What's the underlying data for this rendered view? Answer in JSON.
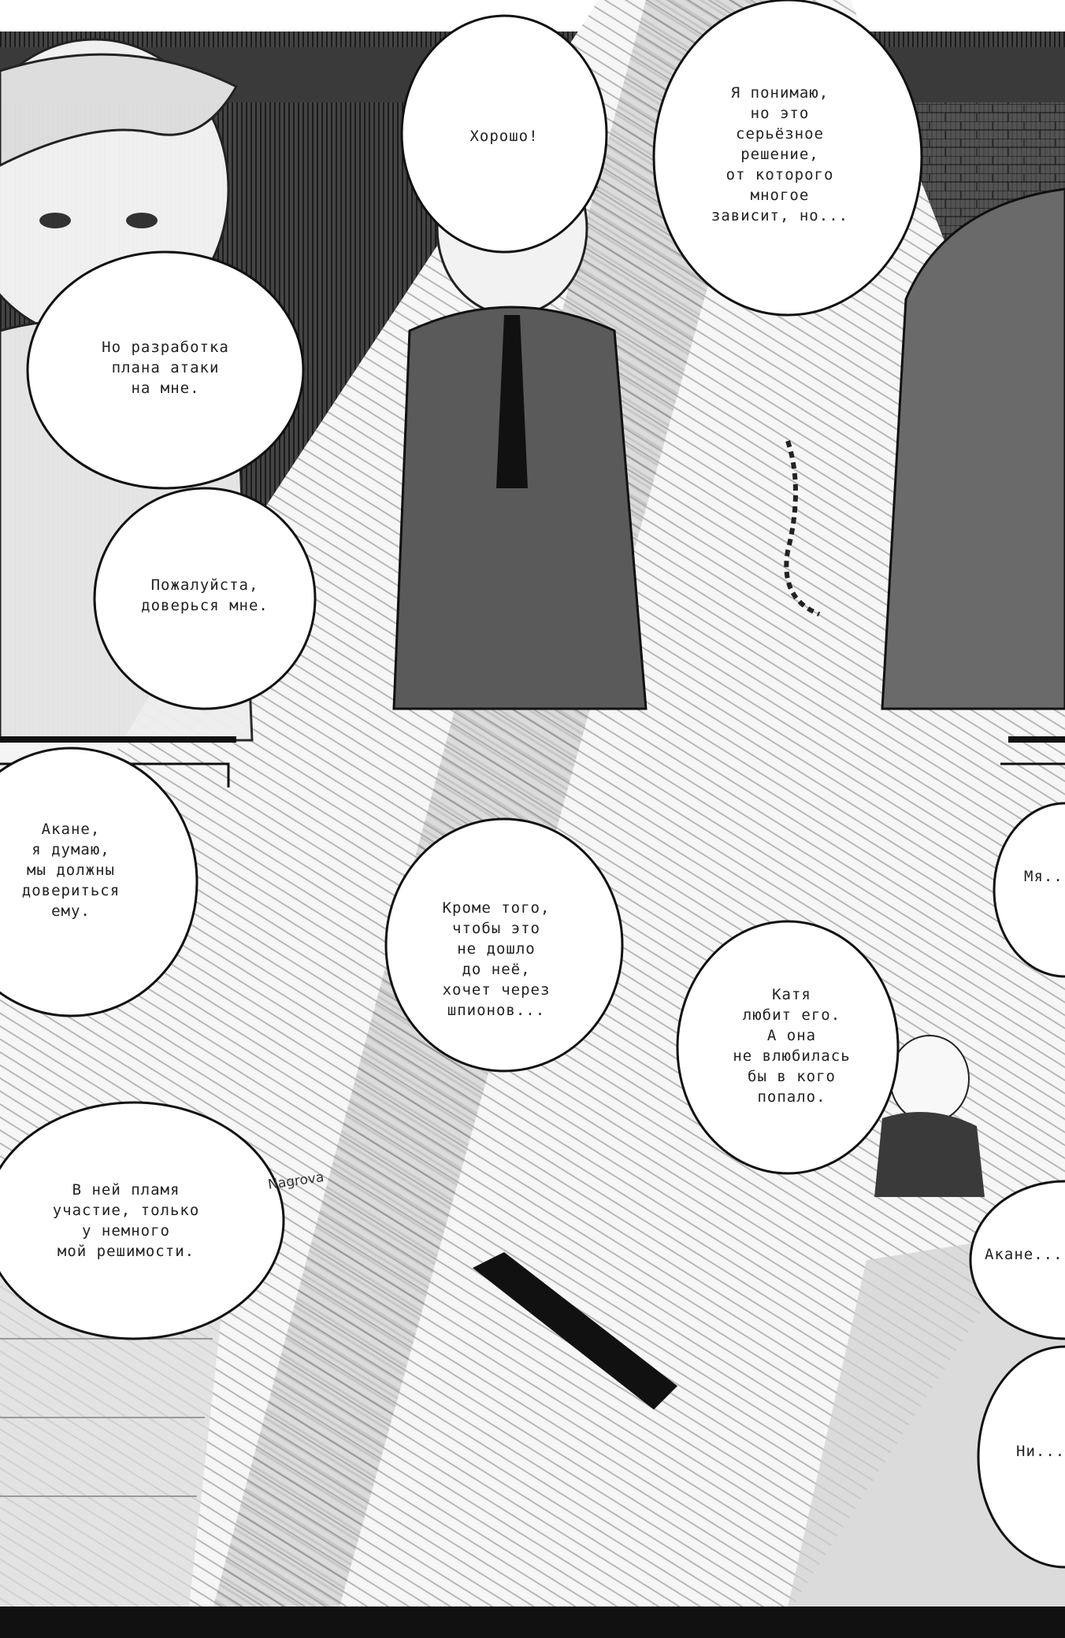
{
  "bubbles": {
    "b1": "Я понимаю,\nно это\nсерьёзное\nрешение,\nот которого\nмногое\nзависит, но...",
    "b2": "Хорошо!",
    "b3": "Но разработка\nплана атаки\nна мне.",
    "b4": "Пожалуйста,\nдоверься мне.",
    "b5": "Акане,\nя думаю,\nмы должны\nдовериться\nему.",
    "b6": "Кроме того,\nчтобы это\nне дошло\nдо неё,\nхочет через\nшпионов...",
    "b7": "Катя\nлюбит его.\nА она\nне влюбилась\nбы в кого\nпопало.",
    "b8": "В ней пламя\nучастие, только\nу немного\nмой решимости.",
    "b9": "Акане...",
    "b10": "Мя...",
    "b11": "Ни..."
  },
  "sfx": {
    "s1": "Nagrova"
  }
}
